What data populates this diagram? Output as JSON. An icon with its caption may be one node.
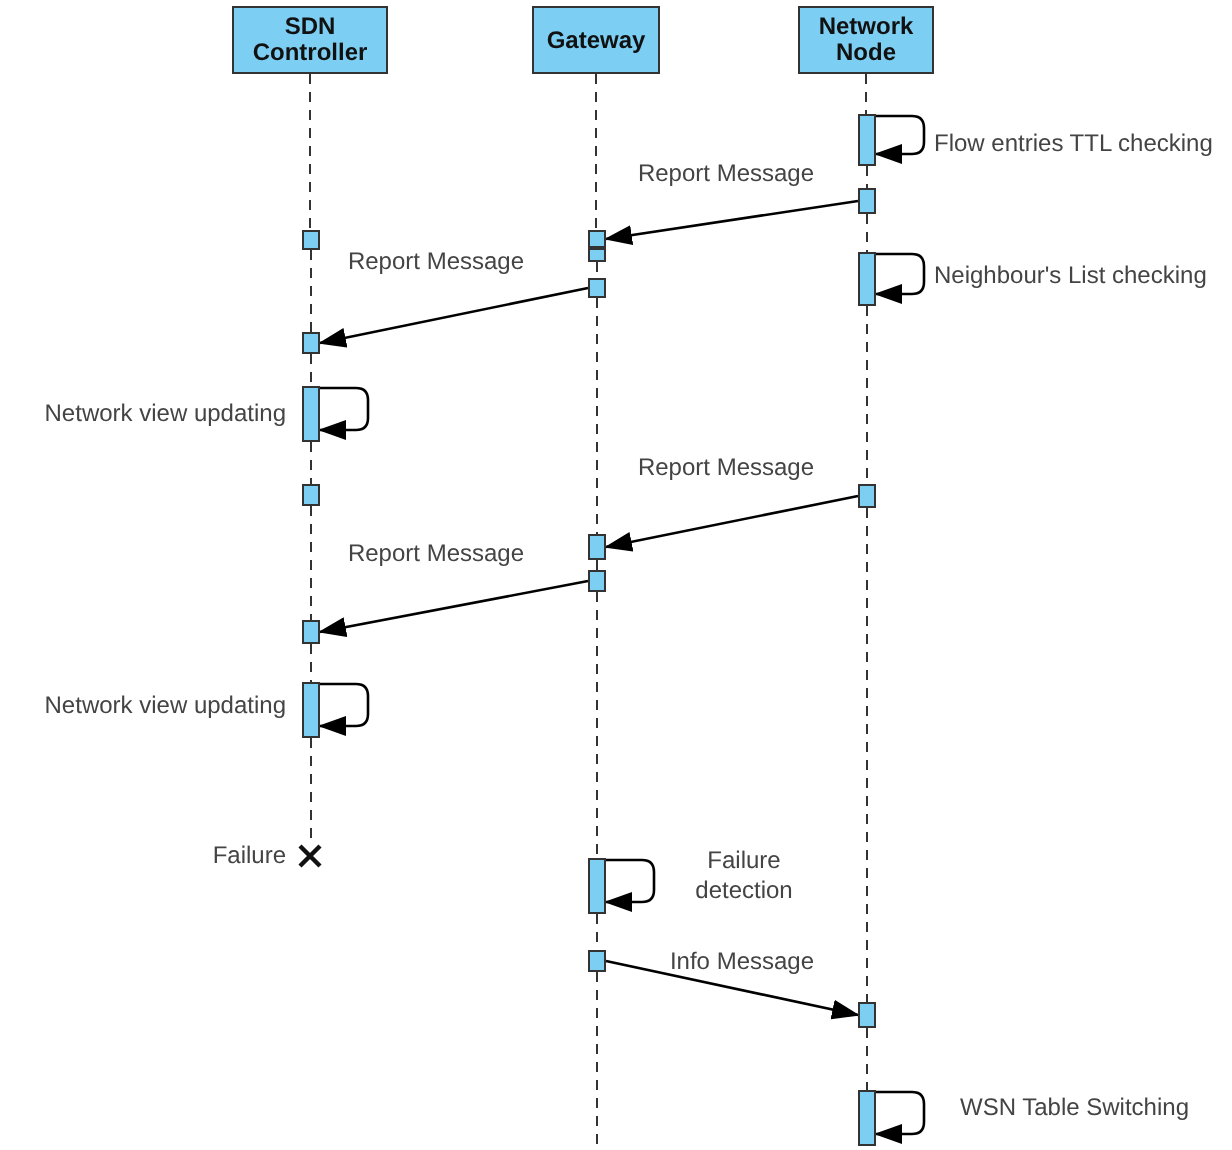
{
  "diagram": {
    "nodes": [
      {
        "text": [
          "SDN Controller"
        ]
      },
      {
        "text": [
          "Gateway"
        ]
      },
      {
        "text": [
          "Network Node"
        ]
      },
      {
        "text": [],
        "shape": "bar",
        "beside": [
          "Flow entries TTL checking"
        ]
      },
      {
        "text": [],
        "shape": "bar"
      },
      {
        "text": [],
        "shape": "bar"
      },
      {
        "text": [],
        "shape": "bar"
      },
      {
        "text": [],
        "shape": "bar"
      },
      {
        "text": [],
        "shape": "bar",
        "beside": [
          "Neighbour's List checking"
        ]
      },
      {
        "text": [],
        "shape": "bar"
      },
      {
        "text": [],
        "shape": "bar"
      },
      {
        "text": [],
        "shape": "bar",
        "beside": [
          "Network view updating"
        ]
      },
      {
        "text": [],
        "shape": "bar"
      },
      {
        "text": [],
        "shape": "bar"
      },
      {
        "text": [],
        "shape": "bar"
      },
      {
        "text": [],
        "shape": "bar"
      },
      {
        "text": [],
        "shape": "bar"
      },
      {
        "text": [],
        "shape": "bar",
        "beside": [
          "Network view updating"
        ]
      },
      {
        "text": [],
        "shape": "cross",
        "beside": [
          "Failure"
        ]
      },
      {
        "text": [],
        "shape": "bar",
        "beside": [
          "Failure detection"
        ]
      },
      {
        "text": [],
        "shape": "bar"
      },
      {
        "text": [],
        "shape": "bar"
      },
      {
        "text": [],
        "shape": "bar",
        "beside": [
          "WSN Table Switching"
        ]
      }
    ],
    "edges": [
      {
        "from": 3,
        "to": 3,
        "arrow": "to"
      },
      {
        "from": 4,
        "to": 6,
        "arrow": "to",
        "label": "Report Message"
      },
      {
        "from": 8,
        "to": 8,
        "arrow": "to"
      },
      {
        "from": 9,
        "to": 10,
        "arrow": "to",
        "label": "Report Message"
      },
      {
        "from": 11,
        "to": 11,
        "arrow": "to"
      },
      {
        "from": 13,
        "to": 14,
        "arrow": "to",
        "label": "Report Message"
      },
      {
        "from": 15,
        "to": 16,
        "arrow": "to",
        "label": "Report Message"
      },
      {
        "from": 17,
        "to": 17,
        "arrow": "to"
      },
      {
        "from": 19,
        "to": 19,
        "arrow": "to"
      },
      {
        "from": 20,
        "to": 21,
        "arrow": "to",
        "label": "Info Message"
      },
      {
        "from": 22,
        "to": 22,
        "arrow": "to"
      },
      {
        "from": 0,
        "to": 5,
        "arrow": "none",
        "style": "dashed"
      },
      {
        "from": 5,
        "to": 10,
        "arrow": "none",
        "style": "dashed"
      },
      {
        "from": 10,
        "to": 11,
        "arrow": "none",
        "style": "dashed"
      },
      {
        "from": 11,
        "to": 12,
        "arrow": "none",
        "style": "dashed"
      },
      {
        "from": 12,
        "to": 16,
        "arrow": "none",
        "style": "dashed"
      },
      {
        "from": 16,
        "to": 17,
        "arrow": "none",
        "style": "dashed"
      },
      {
        "from": 17,
        "to": 18,
        "arrow": "none",
        "style": "dashed"
      },
      {
        "from": 1,
        "to": 6,
        "arrow": "none",
        "style": "dashed"
      },
      {
        "from": 7,
        "to": 9,
        "arrow": "none",
        "style": "dashed"
      },
      {
        "from": 9,
        "to": 14,
        "arrow": "none",
        "style": "dashed"
      },
      {
        "from": 14,
        "to": 15,
        "arrow": "none",
        "style": "dashed"
      },
      {
        "from": 15,
        "to": 19,
        "arrow": "none",
        "style": "dashed"
      },
      {
        "from": 19,
        "to": 20,
        "arrow": "none",
        "style": "dashed"
      },
      {
        "from": 20,
        "to": null,
        "arrow": "none",
        "style": "dashed"
      },
      {
        "from": 2,
        "to": 3,
        "arrow": "none",
        "style": "dashed"
      },
      {
        "from": 3,
        "to": 4,
        "arrow": "none",
        "style": "dashed"
      },
      {
        "from": 4,
        "to": 8,
        "arrow": "none",
        "style": "dashed"
      },
      {
        "from": 8,
        "to": 13,
        "arrow": "none",
        "style": "dashed"
      },
      {
        "from": 13,
        "to": 21,
        "arrow": "none",
        "style": "dashed"
      },
      {
        "from": 21,
        "to": 22,
        "arrow": "none",
        "style": "dashed"
      }
    ]
  }
}
